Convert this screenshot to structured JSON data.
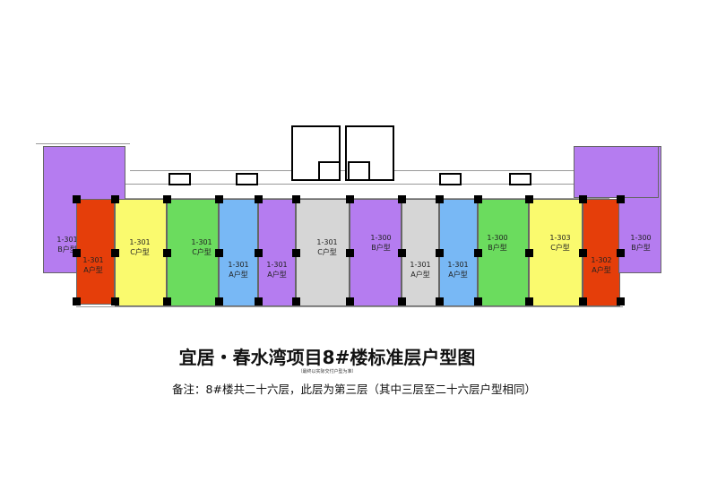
{
  "title": "宜居・春水湾项目8#楼标准层户型图",
  "subtitle": "（最终以实际交付户型为准）",
  "note": "备注：8#楼共二十六层，此层为第三层（其中三层至二十六层户型相同）",
  "colors": {
    "purple": "#b57cf0",
    "red": "#e53e0a",
    "yellow": "#fafa6e",
    "green": "#6bdc5e",
    "blue": "#78b8f5",
    "gray": "#d6d6d6"
  },
  "units": [
    {
      "no": "1-301",
      "type": "B户型",
      "color": "purple"
    },
    {
      "no": "1-301",
      "type": "A户型",
      "color": "red"
    },
    {
      "no": "1-301",
      "type": "C户型",
      "color": "yellow"
    },
    {
      "no": "1-301",
      "type": "C户型",
      "color": "green"
    },
    {
      "no": "1-301",
      "type": "A户型",
      "color": "blue"
    },
    {
      "no": "1-301",
      "type": "A户型",
      "color": "purple"
    },
    {
      "no": "1-301",
      "type": "C户型",
      "color": "gray"
    },
    {
      "no": "1-300",
      "type": "B户型",
      "color": "purple"
    },
    {
      "no": "1-301",
      "type": "A户型",
      "color": "gray"
    },
    {
      "no": "1-301",
      "type": "A户型",
      "color": "blue"
    },
    {
      "no": "1-300",
      "type": "B户型",
      "color": "green"
    },
    {
      "no": "1-303",
      "type": "C户型",
      "color": "yellow"
    },
    {
      "no": "1-302",
      "type": "A户型",
      "color": "red"
    },
    {
      "no": "1-300",
      "type": "B户型",
      "color": "purple"
    }
  ]
}
